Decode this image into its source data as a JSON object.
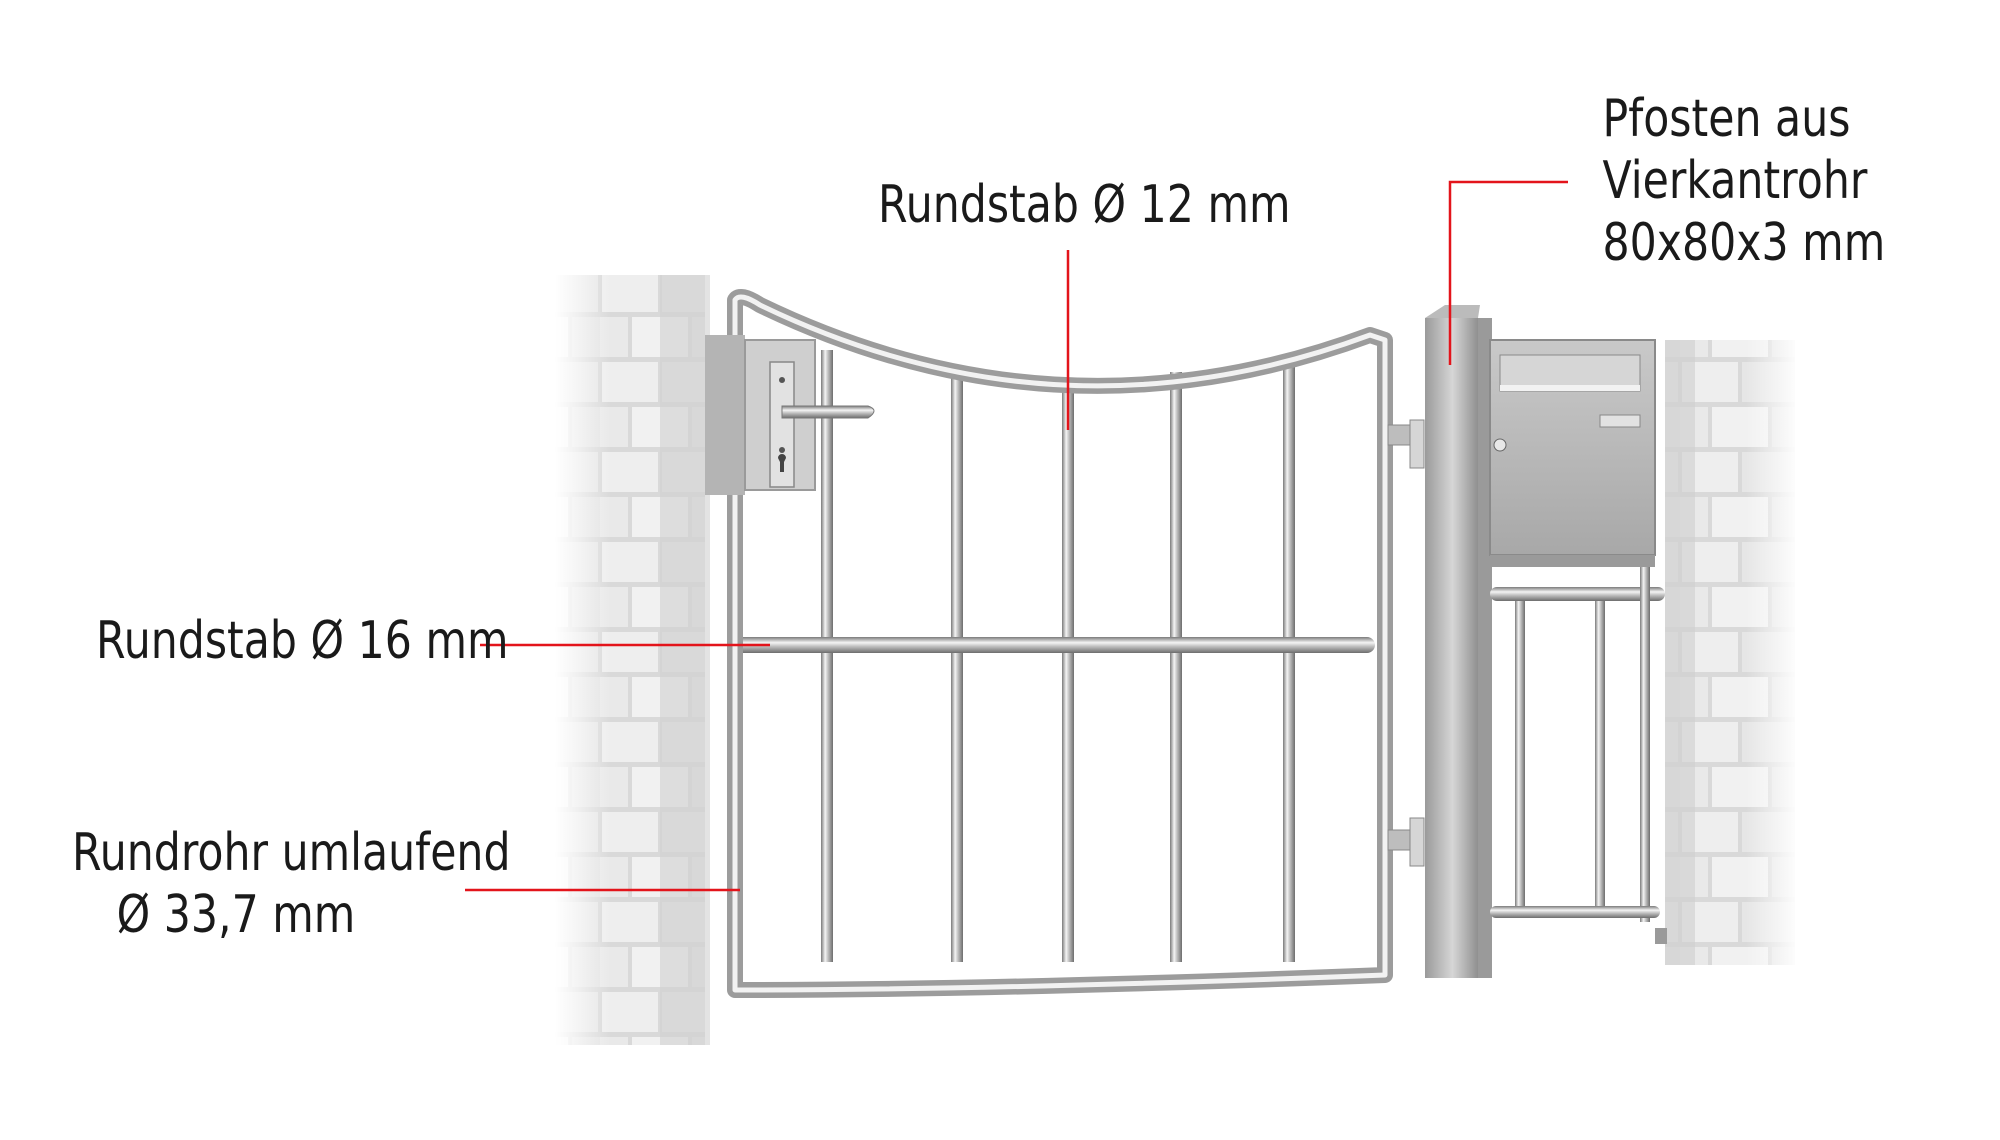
{
  "labels": {
    "rundstab_12": "Rundstab Ø 12 mm",
    "pfosten_line1": "Pfosten aus",
    "pfosten_line2": "Vierkantrohr",
    "pfosten_line3": "80x80x3 mm",
    "rundstab_16": "Rundstab Ø 16 mm",
    "rundrohr_line1": "Rundrohr umlaufend",
    "rundrohr_line2": "Ø 33,7 mm"
  },
  "colors": {
    "callout_line": "#e3141b",
    "steel": "#c8c8c8",
    "brick": "#e4e4e4"
  }
}
